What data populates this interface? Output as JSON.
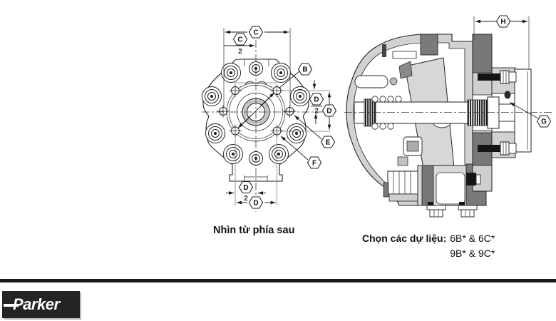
{
  "left_view": {
    "caption": "Nhìn từ phía sau",
    "callouts": {
      "c": "C",
      "c_half": {
        "num": "C",
        "den": "2"
      },
      "b": "B",
      "d_half_right": {
        "num": "D",
        "den": "2"
      },
      "d_right": "D",
      "e": "E",
      "f": "F",
      "d_half_bottom": {
        "num": "D",
        "den": "2"
      },
      "d_bottom": "D"
    }
  },
  "right_view": {
    "callouts": {
      "h": "H",
      "g": "G"
    },
    "note": {
      "label": "Chọn các dự liệu:",
      "options": [
        "6B* & 6C*",
        "9B* & 9C*"
      ]
    }
  },
  "footer": {
    "brand": "Parker"
  },
  "palette": {
    "line": "#222222",
    "light_gray": "#d2d2d2",
    "mid_gray": "#a9a9a9",
    "dark_gray": "#777777",
    "black_fill": "#141414"
  }
}
